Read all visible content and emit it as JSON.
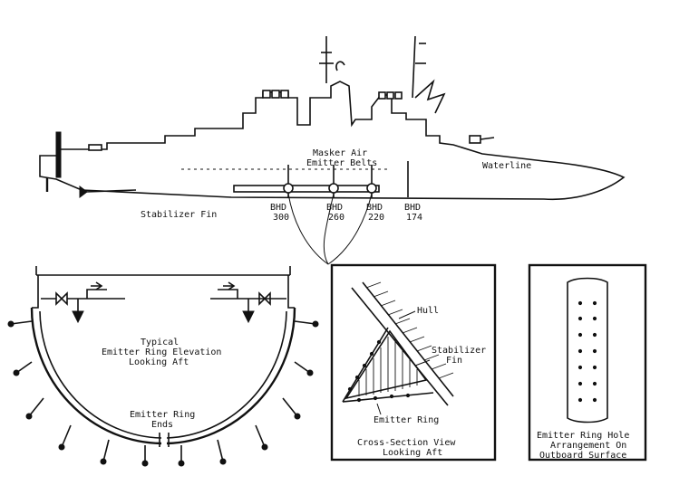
{
  "ship": {
    "labels": {
      "masker_line1": "Masker Air",
      "masker_line2": "Emitter Belts",
      "waterline": "Waterline",
      "stabilizer_fin": "Stabilizer Fin"
    },
    "bulkheads": [
      {
        "label": "BHD",
        "number": "300"
      },
      {
        "label": "BHD",
        "number": "260"
      },
      {
        "label": "BHD",
        "number": "220"
      },
      {
        "label": "BHD",
        "number": "174"
      }
    ]
  },
  "ring_elevation": {
    "title_line1": "Typical",
    "title_line2": "Emitter Ring Elevation",
    "title_line3": "Looking Aft",
    "ends_line1": "Emitter Ring",
    "ends_line2": "Ends"
  },
  "cross_section": {
    "hull": "Hull",
    "stabilizer_line1": "Stabilizer",
    "stabilizer_line2": "Fin",
    "emitter_ring": "Emitter Ring",
    "caption_line1": "Cross-Section View",
    "caption_line2": "Looking Aft"
  },
  "hole_arrangement": {
    "caption_line1": "Emitter Ring Hole",
    "caption_line2": "Arrangement On",
    "caption_line3": "Outboard Surface"
  }
}
